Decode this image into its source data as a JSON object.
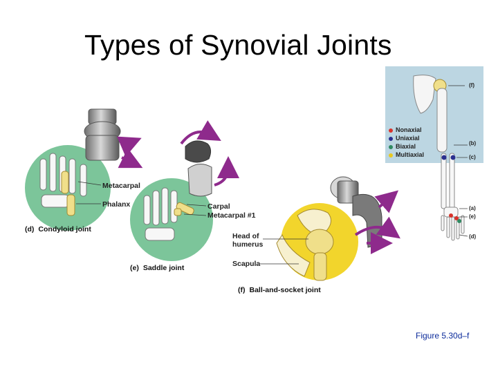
{
  "slide": {
    "title": "Types of Synovial Joints",
    "figure_ref": "Figure 5.30d–f"
  },
  "labels": {
    "metacarpal": "Metacarpal",
    "phalanx": "Phalanx",
    "carpal": "Carpal",
    "metacarpal_1": "Metacarpal #1",
    "head_of": "Head of",
    "humerus": "humerus",
    "scapula": "Scapula"
  },
  "captions": {
    "d_key": "(d)",
    "d_text": "Condyloid joint",
    "e_key": "(e)",
    "e_text": "Saddle joint",
    "f_key": "(f)",
    "f_text": "Ball-and-socket joint"
  },
  "legend": {
    "items": [
      {
        "label": "Nonaxial",
        "color": "#d8332b"
      },
      {
        "label": "Uniaxial",
        "color": "#2a2f8f"
      },
      {
        "label": "Biaxial",
        "color": "#2f8a62"
      },
      {
        "label": "Multiaxial",
        "color": "#e8c820"
      }
    ]
  },
  "arm_tags": {
    "f": "(f)",
    "b": "(b)",
    "c": "(c)",
    "a": "(a)",
    "e": "(e)",
    "d": "(d)"
  },
  "colors": {
    "green_circle": "#7cc59a",
    "yellow_circle": "#f2d52c",
    "arrow_purple": "#8e2a8c",
    "panel_blue": "#bcd6e2",
    "bone_yellow": "#f0df8a"
  }
}
